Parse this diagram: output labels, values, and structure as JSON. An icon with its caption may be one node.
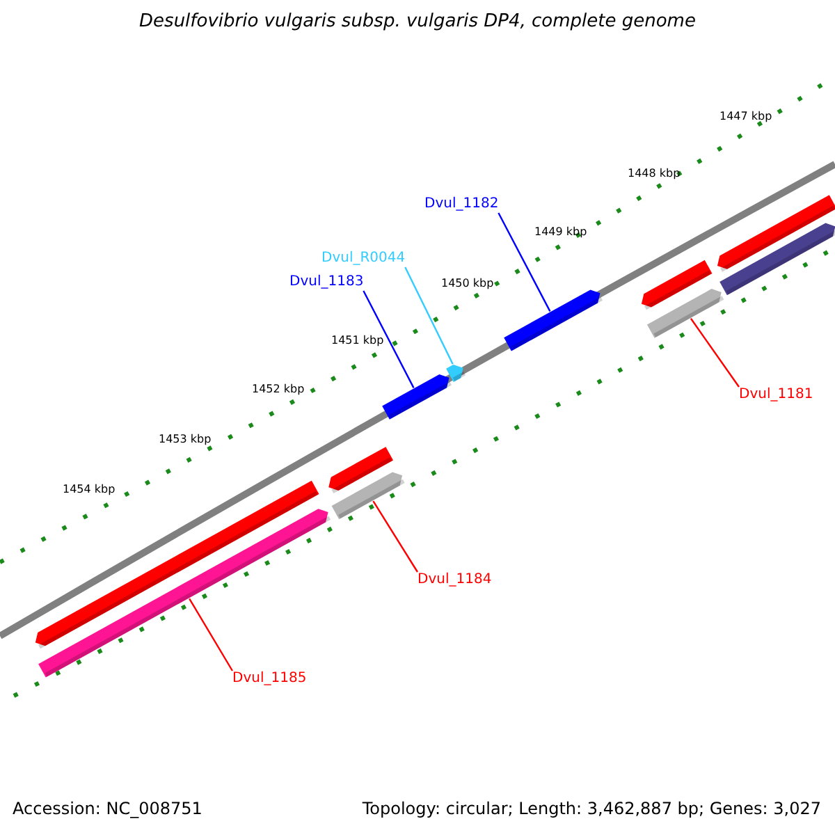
{
  "diagram": {
    "title": "Desulfovibrio vulgaris subsp. vulgaris DP4, complete genome",
    "nodes": [
      {
        "text": [
          "Dvul_1182"
        ]
      },
      {
        "text": [
          "Dvul_R0044"
        ]
      },
      {
        "text": [
          "Dvul_1183"
        ]
      },
      {
        "text": [
          "Dvul_1181"
        ]
      },
      {
        "text": [
          "Dvul_1184"
        ]
      },
      {
        "text": [
          "Dvul_1185"
        ]
      },
      {
        "text": [],
        "shape": "bar"
      },
      {
        "text": [],
        "shape": "bar"
      },
      {
        "text": [],
        "shape": "bar"
      },
      {
        "text": [],
        "shape": "bar"
      },
      {
        "text": [],
        "shape": "bar"
      },
      {
        "text": [],
        "shape": "bar"
      }
    ],
    "edges": [
      {
        "from": 0,
        "to": 6,
        "arrow": "none",
        "color": "#0000ff"
      },
      {
        "from": 1,
        "to": 7,
        "arrow": "none",
        "color": "#33ccff"
      },
      {
        "from": 2,
        "to": 8,
        "arrow": "none",
        "color": "#0000ff"
      },
      {
        "from": 3,
        "to": 9,
        "arrow": "none",
        "color": "#ff0000"
      },
      {
        "from": 4,
        "to": 10,
        "arrow": "none",
        "color": "#ff0000"
      },
      {
        "from": 5,
        "to": 11,
        "arrow": "none",
        "color": "#ff0000"
      }
    ],
    "labels": [
      "1447 kbp",
      "1448 kbp",
      "1449 kbp",
      "1450 kbp",
      "1451 kbp",
      "1452 kbp",
      "1453 kbp",
      "1454 kbp",
      "Accession: NC_008751",
      "Topology: circular; Length: 3,462,887 bp; Genes: 3,027"
    ]
  }
}
